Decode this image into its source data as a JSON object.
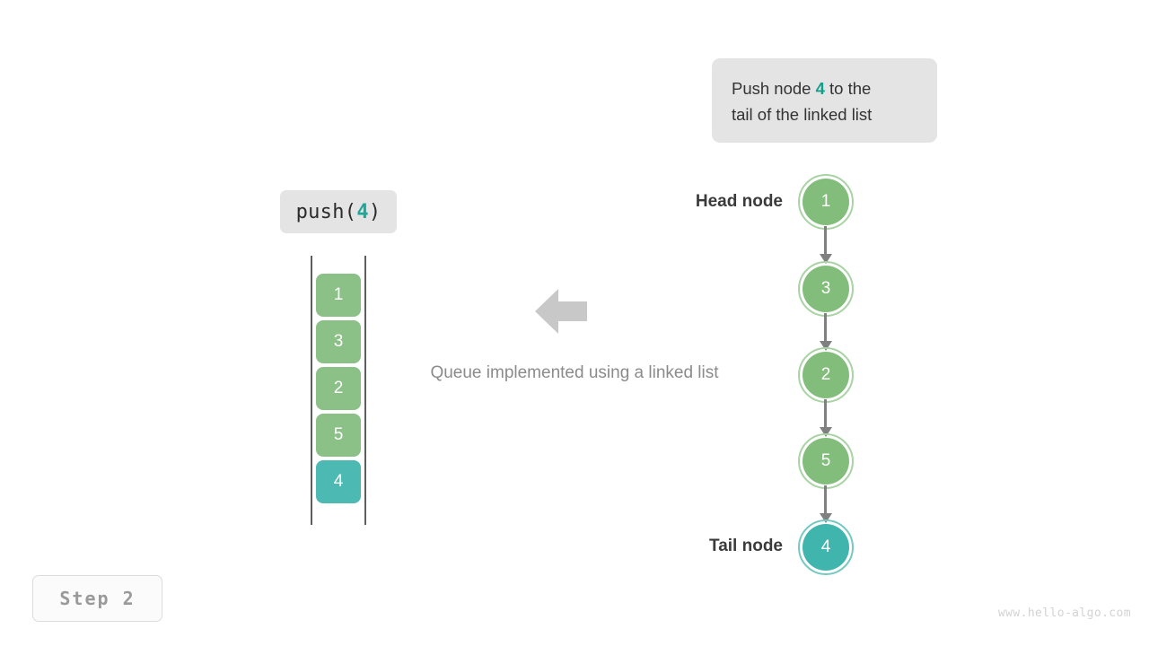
{
  "callout": {
    "line1_pre": "Push node ",
    "line1_highlight": "4",
    "line1_post": " to the",
    "line2": "tail of the linked list"
  },
  "operation_badge": {
    "prefix": "push(",
    "value": "4",
    "suffix": ")"
  },
  "array": {
    "cells": [
      {
        "value": "1",
        "color_name": "green"
      },
      {
        "value": "3",
        "color_name": "green"
      },
      {
        "value": "2",
        "color_name": "green"
      },
      {
        "value": "5",
        "color_name": "green"
      },
      {
        "value": "4",
        "color_name": "teal"
      }
    ]
  },
  "caption": "Queue implemented using a linked list",
  "linked_list": {
    "head_label": "Head node",
    "tail_label": "Tail node",
    "nodes": [
      {
        "value": "1",
        "role": "head"
      },
      {
        "value": "3",
        "role": "middle"
      },
      {
        "value": "2",
        "role": "middle"
      },
      {
        "value": "5",
        "role": "middle"
      },
      {
        "value": "4",
        "role": "tail"
      }
    ]
  },
  "step_badge": "Step 2",
  "watermark": "www.hello-algo.com",
  "colors": {
    "green_fill": "#82bd7c",
    "green_cell": "#8bc087",
    "green_ring": "#a9d3a4",
    "teal_fill": "#3fb5ad",
    "teal_cell": "#4cbab2",
    "teal_ring": "#76c8c2",
    "accent_text": "#13a08a",
    "callout_bg": "#e4e4e4",
    "arrow_gray": "#808080",
    "caption_gray": "#8b8b8b",
    "bracket_gray": "#5e5e5e"
  }
}
